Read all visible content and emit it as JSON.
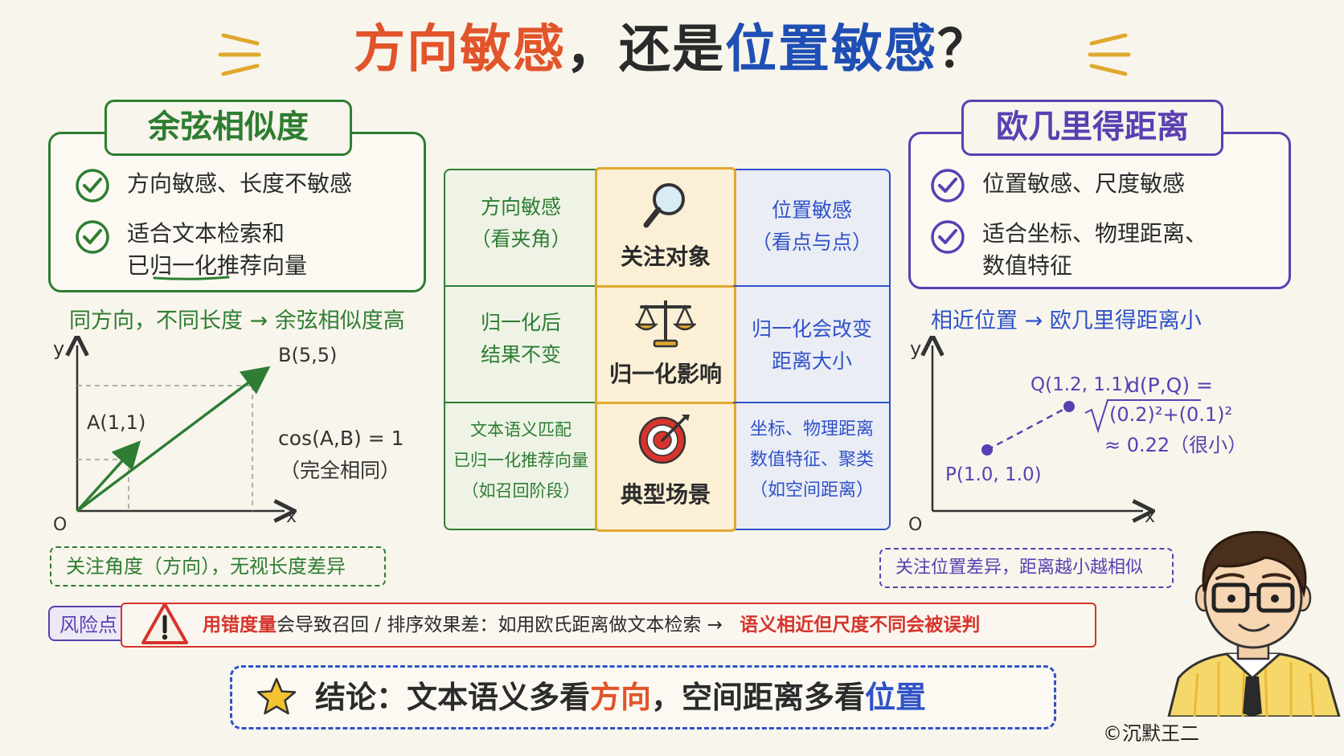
{
  "title": {
    "part1": "方向敏感",
    "part2": "，还是",
    "part3": "位置敏感",
    "part4": "？"
  },
  "left": {
    "heading": "余弦相似度",
    "items": [
      "方向敏感、长度不敏感",
      "适合文本检索和",
      "已归一化推荐向量"
    ],
    "caption": "同方向，不同长度 → 余弦相似度高",
    "plot": {
      "y_axis": "y",
      "x_axis": "x",
      "origin": "O",
      "point_a": "A(1,1)",
      "point_b": "B(5,5)",
      "formula": "cos(A,B) = 1",
      "formula_note": "（完全相同）"
    },
    "note": "关注角度（方向），无视长度差异"
  },
  "middle": {
    "rows": [
      {
        "left": [
          "方向敏感",
          "（看夹角）"
        ],
        "center": "关注对象",
        "right": [
          "位置敏感",
          "（看点与点）"
        ]
      },
      {
        "left": [
          "归一化后",
          "结果不变"
        ],
        "center": "归一化影响",
        "right": [
          "归一化会改变",
          "距离大小"
        ]
      },
      {
        "left": [
          "文本语义匹配",
          "已归一化推荐向量",
          "（如召回阶段）"
        ],
        "center": "典型场景",
        "right": [
          "坐标、物理距离",
          "数值特征、聚类",
          "（如空间距离）"
        ]
      }
    ]
  },
  "right": {
    "heading": "欧几里得距离",
    "items": [
      "位置敏感、尺度敏感",
      "适合坐标、物理距离、",
      "数值特征"
    ],
    "caption": "相近位置 → 欧几里得距离小",
    "plot": {
      "y_axis": "y",
      "x_axis": "x",
      "origin": "O",
      "point_p": "P(1.0, 1.0)",
      "point_q": "Q(1.2, 1.1)",
      "formula_head": "d(P,Q) =",
      "formula_body": "(0.2)²+(0.1)²",
      "formula_result": "≈ 0.22（很小）"
    },
    "note": "关注位置差异，距离越小越相似"
  },
  "risk": {
    "badge": "风险点",
    "part1": "用错度量",
    "part2": "会导致召回 / 排序效果差：如用欧氏距离做文本检索 →",
    "part3": "语义相近但尺度不同会被误判"
  },
  "conclusion": {
    "part1": "结论：文本语义多看",
    "part2": "方向",
    "part3": "，空间距离多看",
    "part4": "位置"
  },
  "credit": "©沉默王二",
  "colors": {
    "orange": "#e2542a",
    "blue": "#1f4fb5",
    "green": "#2e7d32",
    "purple": "#5a3fb3",
    "red": "#d6342c",
    "gold": "#e0a82e"
  }
}
